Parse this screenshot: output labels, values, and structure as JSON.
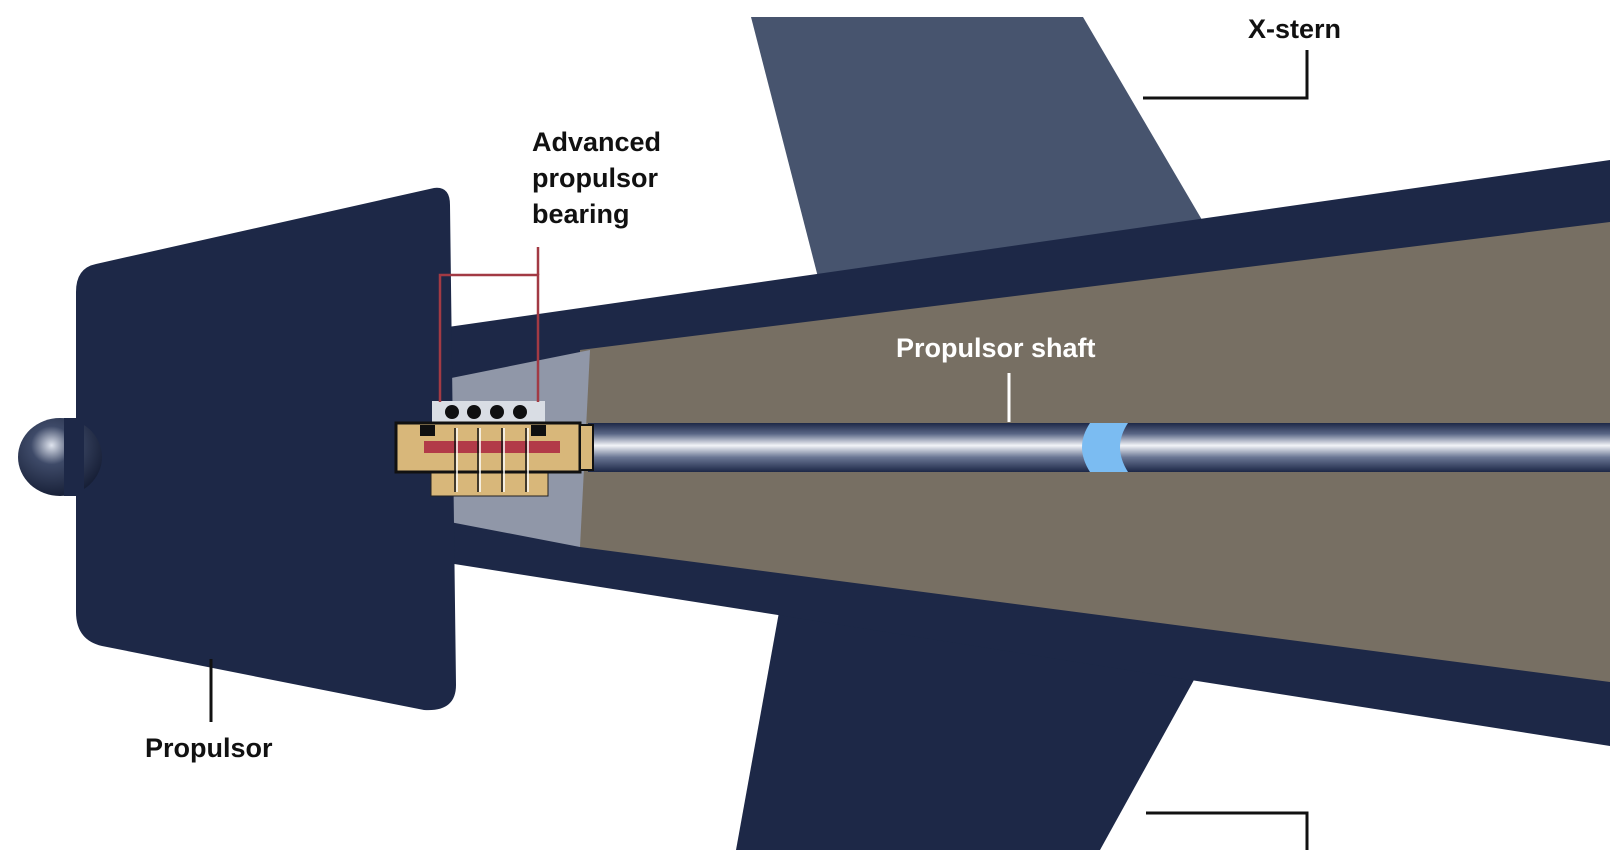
{
  "labels": {
    "xstern": "X-stern",
    "bearing_line1": "Advanced",
    "bearing_line2": "propulsor",
    "bearing_line3": "bearing",
    "shaft": "Propulsor shaft",
    "propulsor": "Propulsor"
  },
  "colors": {
    "hull": "#1d2847",
    "fin_upper": "#47546e",
    "interior": "#776f63",
    "cone": "#9097a8",
    "bearing_housing": "#d8b77a",
    "bearing_bar": "#b23a48",
    "leader_dark": "#111111",
    "leader_red": "#a23a44",
    "shaft_joint": "#7bbcf2",
    "label_dark": "#111111",
    "label_light": "#ffffff"
  }
}
